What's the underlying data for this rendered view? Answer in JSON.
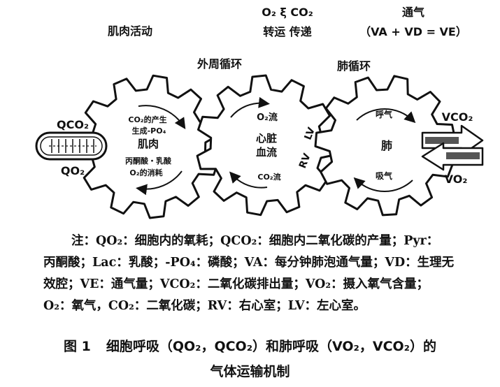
{
  "header": {
    "muscle_activity": "肌肉活动",
    "transport_top": "O₂ ξ CO₂",
    "transport_bottom": "转运  传递",
    "ventilation_top": "通气",
    "ventilation_bottom": "（VA + VD = VE）"
  },
  "gear_labels": {
    "peripheral": "外周循环",
    "pulmonary": "肺循环"
  },
  "muscle_gear": {
    "line1": "CO₂的产生",
    "line2": "生成-PO₄",
    "title": "肌肉",
    "line4": "丙酮酸・乳酸",
    "line5": "O₂的消耗"
  },
  "heart_gear": {
    "o2_flow": "O₂流",
    "title_top": "心脏",
    "title_bottom": "血流",
    "co2_flow": "CO₂流",
    "rv": "RV",
    "lv": "LV"
  },
  "lung_gear": {
    "exhale": "呼气",
    "title": "肺",
    "inhale": "吸气"
  },
  "cell": {
    "qco2": "QCO₂",
    "qo2": "QO₂"
  },
  "outputs": {
    "vco2": "VCO₂",
    "vo2": "VO₂"
  },
  "notes": {
    "line1": "注：QO₂：细胞内的氧耗；QCO₂：细胞内二氧化碳的产量；Pyr：",
    "line2": "丙酮酸；Lac：乳酸；-PO₄：磷酸；VA：每分钟肺泡通气量；VD：生理无",
    "line3": "效腔；VE：通气量；VCO₂：二氧化碳排出量；VO₂：摄入氧气含量；",
    "line4": "O₂：氧气，CO₂：二氧化碳；RV：右心室；LV：左心室。"
  },
  "caption": {
    "label": "图 1",
    "line1": "细胞呼吸（QO₂，QCO₂）和肺呼吸（VO₂，VCO₂）的",
    "line2": "气体运输机制"
  }
}
